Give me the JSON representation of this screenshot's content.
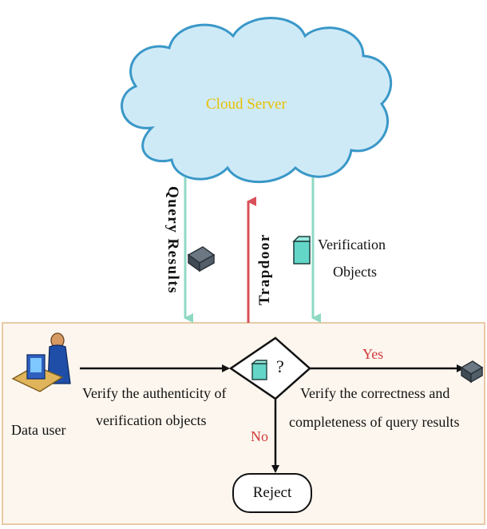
{
  "cloud": {
    "label": "Cloud Server",
    "label_color": "#e8c000",
    "fill": "#cfeaf7",
    "stroke": "#3a98c8"
  },
  "arrows": {
    "query_results": {
      "label": "Query Results",
      "color": "#8fd9c4"
    },
    "trapdoor": {
      "label": "Trapdoor",
      "color": "#d9505a"
    },
    "verification": {
      "label_line1": "Verification",
      "label_line2": "Objects",
      "color": "#8fd9c4"
    }
  },
  "flow": {
    "data_user": "Data user",
    "verify_auth_line1": "Verify the authenticity of",
    "verify_auth_line2": "verification objects",
    "decision_mark": "?",
    "yes": "Yes",
    "no": "No",
    "yes_no_color": "#d03a3a",
    "verify_correct_line1": "Verify the correctness and",
    "verify_correct_line2": "completeness of query results",
    "reject": "Reject"
  },
  "panel_fill": "#fdf6ee",
  "panel_stroke": "#e9c9a7",
  "icons": [
    "cloud-icon",
    "database-icon",
    "folder-icon",
    "data-user-icon"
  ]
}
